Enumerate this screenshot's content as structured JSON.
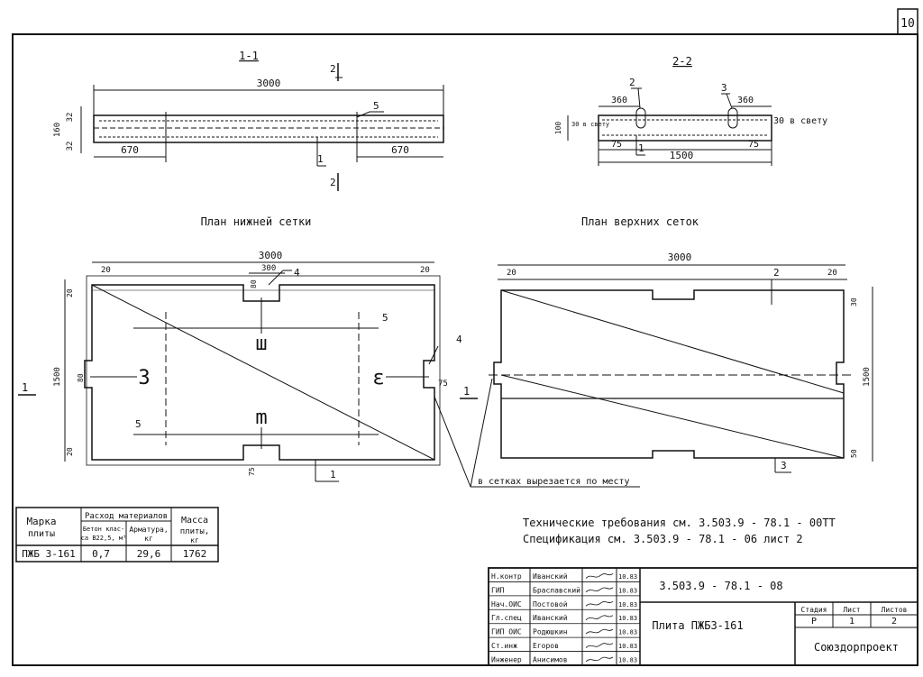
{
  "page_number": "10",
  "sec11": {
    "title": "1-1",
    "cut_left": "2",
    "cut_right": "2",
    "dim_total": "3000",
    "dim_left": "670",
    "dim_right": "670",
    "dim_top": "32",
    "dim_mid": "160",
    "dim_bot": "32",
    "pos5": "5",
    "pos1": "1"
  },
  "sec22": {
    "title": "2-2",
    "dim_total": "1500",
    "dim_360a": "360",
    "dim_360b": "360",
    "dim_75a": "75",
    "dim_75b": "75",
    "pos2": "2",
    "pos3": "3",
    "pos1": "1",
    "dim_100": "100",
    "clear_left": "30 в свету",
    "clear_right": "30 в свету"
  },
  "plan_lower": {
    "heading": "План нижней сетки",
    "width": "3000",
    "height": "1500",
    "d20a": "20",
    "d20b": "20",
    "d20c": "20",
    "d20d": "20",
    "d300": "300",
    "d80a": "80",
    "d80b": "80",
    "d75": "75",
    "d75b": "75",
    "pos4a": "4",
    "pos4b": "4",
    "pos5a": "5",
    "pos5b": "5",
    "pos1": "1",
    "cut_left": "1",
    "cut_right": "1"
  },
  "plan_upper": {
    "heading": "План верхних сеток",
    "width": "3000",
    "height": "1500",
    "d20a": "20",
    "d20b": "20",
    "d30": "30",
    "d50": "50",
    "pos2": "2",
    "pos3": "3"
  },
  "note_cut": "в сетках вырезается по месту",
  "mat_table": {
    "h_mark": "Марка",
    "h_mark2": "плиты",
    "h_cons": "Расход материалов",
    "h_concrete": "Бетон клас-",
    "h_concrete2": "са В22,5, м³",
    "h_steel": "Арматура,",
    "h_steel2": "кг",
    "h_mass": "Масса",
    "h_mass2": "плиты,",
    "h_mass3": "кг",
    "r_mark": "ПЖБ 3-161",
    "r_concrete": "0,7",
    "r_steel": "29,6",
    "r_mass": "1762"
  },
  "req_line": "Технические требования  см. 3.503.9 - 78.1 - 00ТТ",
  "spec_line": "Спецификация  см. 3.503.9 - 78.1 - 06   лист 2",
  "stamp": {
    "code": "3.503.9 - 78.1 - 08",
    "title": "Плита ПЖБ3-161",
    "org": "Союздорпроект",
    "h_stage": "Стадия",
    "h_sheet": "Лист",
    "h_sheets": "Листов",
    "stage": "Р",
    "sheet": "1",
    "sheets": "2",
    "rows": [
      {
        "role": "Н.контр",
        "name": "Иванский",
        "date": "10.83"
      },
      {
        "role": "ГИП",
        "name": "Браславский",
        "date": "10.83"
      },
      {
        "role": "Нач.ОИС",
        "name": "Постовой",
        "date": "10.83"
      },
      {
        "role": "Гл.спец",
        "name": "Иванский",
        "date": "10.83"
      },
      {
        "role": "ГИП ОИС",
        "name": "Родюшкин",
        "date": "10.83"
      },
      {
        "role": "Ст.инж",
        "name": "Егоров",
        "date": "10.83"
      },
      {
        "role": "Инженер",
        "name": "Анисимов",
        "date": "10.83"
      }
    ]
  }
}
